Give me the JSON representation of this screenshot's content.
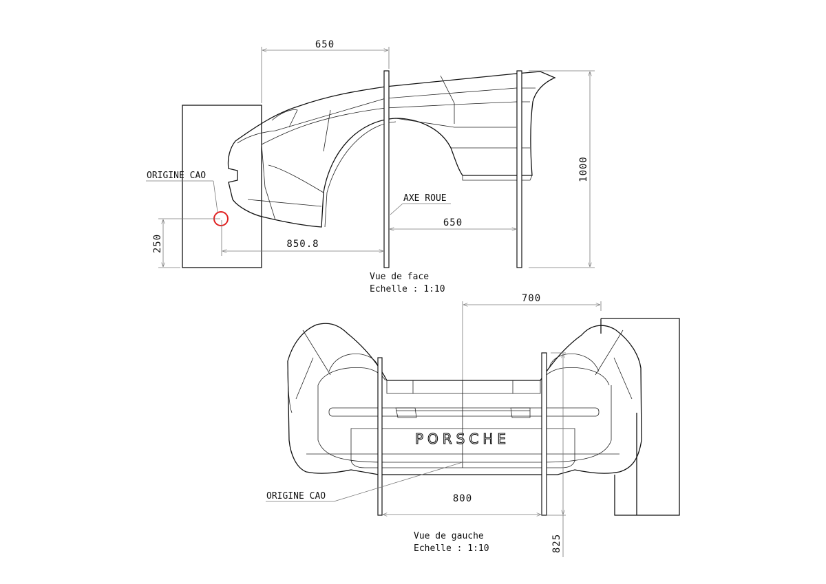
{
  "front_view": {
    "dim_top": "650",
    "dim_wheel_post": "650",
    "dim_origin_to_axle": "850.8",
    "dim_origin_height": "250",
    "dim_height": "1000",
    "origin_label": "ORIGINE CAO",
    "axle_label": "AXE ROUE",
    "view_title": "Vue de face",
    "scale": "Echelle :  1:10",
    "origin_marker_color": "#e02020"
  },
  "left_view": {
    "dim_top": "700",
    "dim_posts": "800",
    "dim_height": "825",
    "origin_label": "ORIGINE CAO",
    "logo_text": "PORSCHE",
    "view_title": "Vue de gauche",
    "scale": "Echelle :  1:10"
  }
}
